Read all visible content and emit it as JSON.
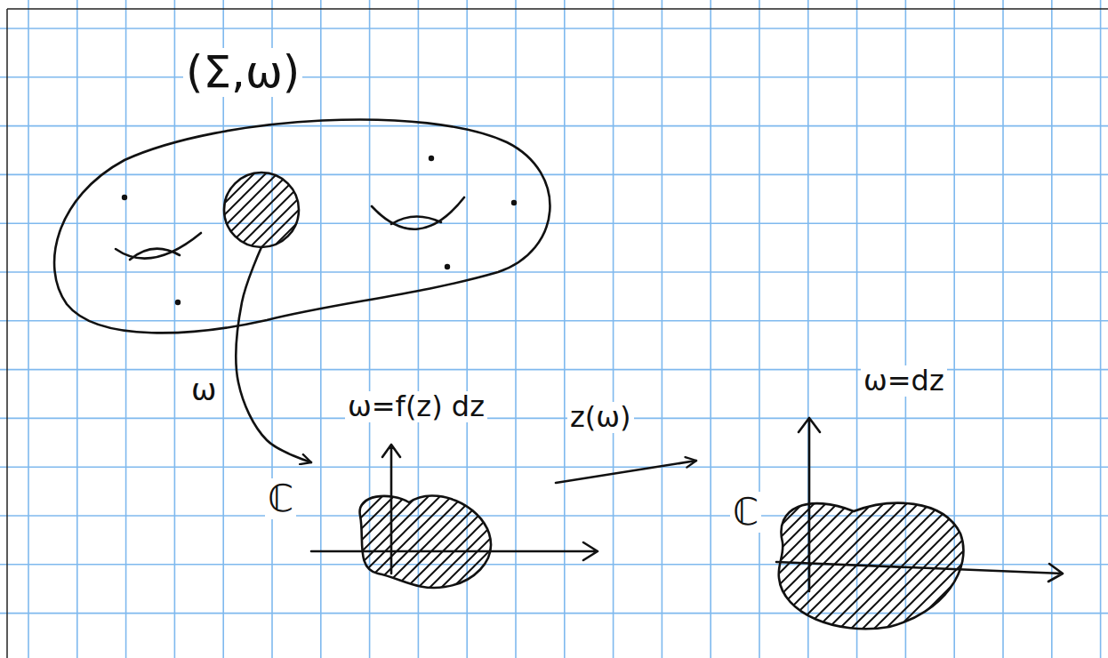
{
  "diagram": {
    "nodes": [
      {
        "text": [
          "(Σ,ω)"
        ]
      },
      {
        "text": [
          "ω=f(z) dz",
          "ℂ"
        ]
      },
      {
        "text": [
          "ω=dz",
          "ℂ"
        ]
      }
    ],
    "edges": [
      {
        "from": 0,
        "to": 1,
        "arrow": "to",
        "label": "ω"
      },
      {
        "from": 1,
        "to": 2,
        "arrow": "to",
        "label": "z(ω)"
      }
    ]
  }
}
